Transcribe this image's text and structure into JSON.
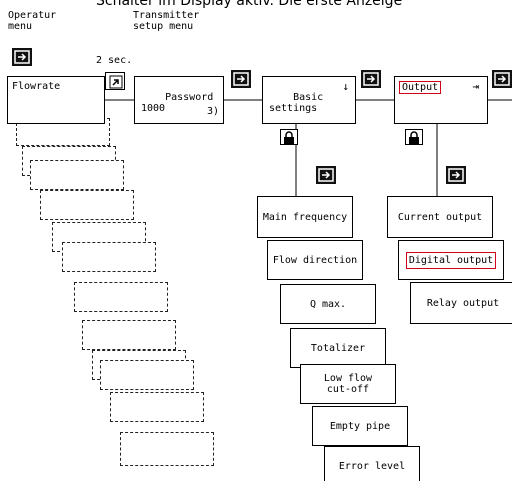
{
  "top_cut_text": "Schalter im Display aktiv. Die erste Anzeige",
  "headers": {
    "operator_menu": "Operatur\nmenu",
    "transmitter_menu": "Transmitter\nsetup menu",
    "time_label": "2 sec."
  },
  "boxes": {
    "flowrate": "Flowrate",
    "password": "Password\n1000",
    "password_note": "3)",
    "basic_settings": "Basic\nsettings",
    "output": "Output"
  },
  "basic_items": [
    "Main frequency",
    "Flow direction",
    "Q max.",
    "Totalizer",
    "Low flow\ncut-off",
    "Empty pipe",
    "Error level"
  ],
  "output_items": [
    "Current output",
    "Digital output",
    "Relay output"
  ],
  "icons": {
    "enter": "enter-icon",
    "step": "step-icon",
    "lock": "lock-icon",
    "arrow_down": "arrow-down-icon",
    "arrow_right": "arrow-right-icon"
  },
  "colors": {
    "highlight": "#d0021b"
  }
}
